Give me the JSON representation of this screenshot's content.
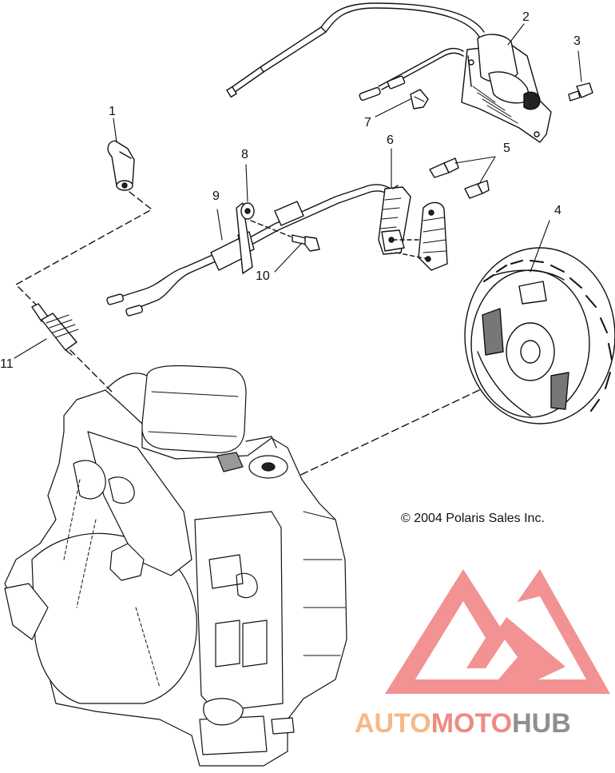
{
  "callouts": [
    "1",
    "2",
    "3",
    "4",
    "5",
    "6",
    "7",
    "8",
    "9",
    "10",
    "11"
  ],
  "copyright": "© 2004 Polaris Sales Inc.",
  "watermark": {
    "parts": [
      "AUTO",
      "MOTO",
      "HUB"
    ],
    "colors": {
      "logo": "#f08080",
      "auto": "#f5b888",
      "moto": "#f08a80",
      "hub": "#8f8f8f"
    }
  }
}
